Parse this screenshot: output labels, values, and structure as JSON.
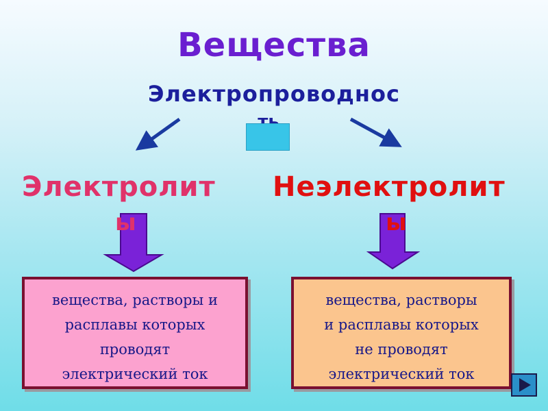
{
  "title": "Вещества",
  "subtitle": {
    "line1": "Электропроводнос",
    "line2": "ть"
  },
  "left": {
    "title": "Электролит",
    "title_ending": "ы",
    "definition": [
      "вещества, растворы и",
      "расплавы которых",
      "проводят",
      "электрический ток"
    ]
  },
  "right": {
    "title": "Неэлектролит",
    "title_ending": "ы",
    "definition": [
      "вещества, растворы",
      "и расплавы которых",
      "не проводят",
      "электрический ток"
    ]
  },
  "icons": {
    "nav": "play-next-icon",
    "arrow_left": "arrow-down-left-icon",
    "arrow_right": "arrow-down-right-icon",
    "block_arrow": "block-arrow-down-icon"
  },
  "colors": {
    "title": "#6a1fd0",
    "subtitle": "#1c1f9c",
    "left_title": "#e0326a",
    "right_title": "#e01010",
    "left_box": "#fca2cf",
    "right_box": "#fbc58e",
    "block_arrow": "#7a22d8"
  }
}
